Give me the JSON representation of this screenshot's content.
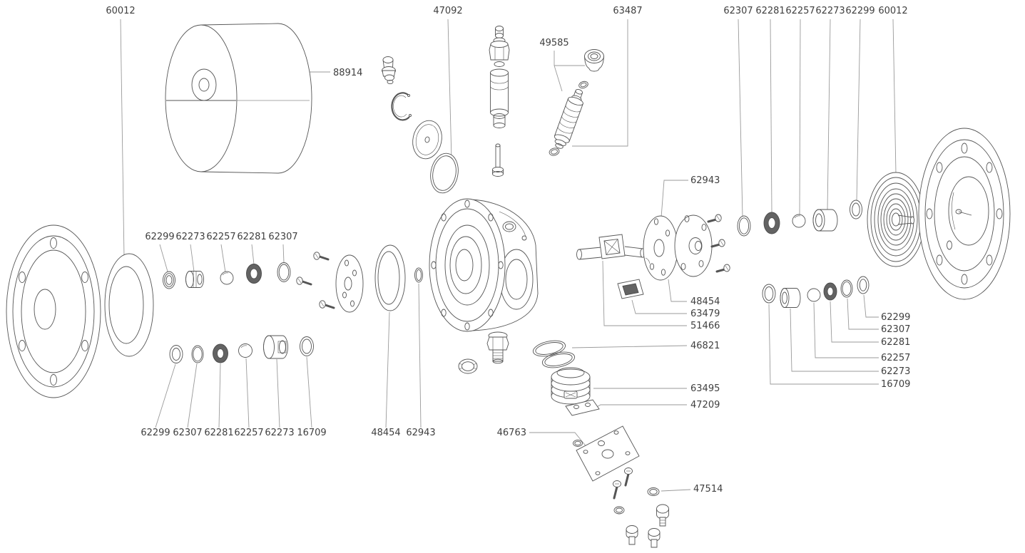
{
  "diagram": {
    "kind": "exploded-parts-diagram",
    "background_color": "#ffffff",
    "part_line_color": "#555555",
    "leader_line_color": "#9a9a9a",
    "label_text_color": "#3f3f3f",
    "labels": [
      "60012",
      "47092",
      "63487",
      "49585",
      "62307",
      "62281",
      "62257",
      "62273",
      "62299",
      "60012",
      "88914",
      "62943",
      "62299",
      "62273",
      "62257",
      "62281",
      "62307",
      "48454",
      "63479",
      "51466",
      "46821",
      "63495",
      "47209",
      "62299",
      "62307",
      "62281",
      "62257",
      "62273",
      "16709",
      "46763",
      "47514",
      "62299",
      "62307",
      "62281",
      "62257",
      "62273",
      "16709",
      "48454",
      "62943"
    ]
  }
}
